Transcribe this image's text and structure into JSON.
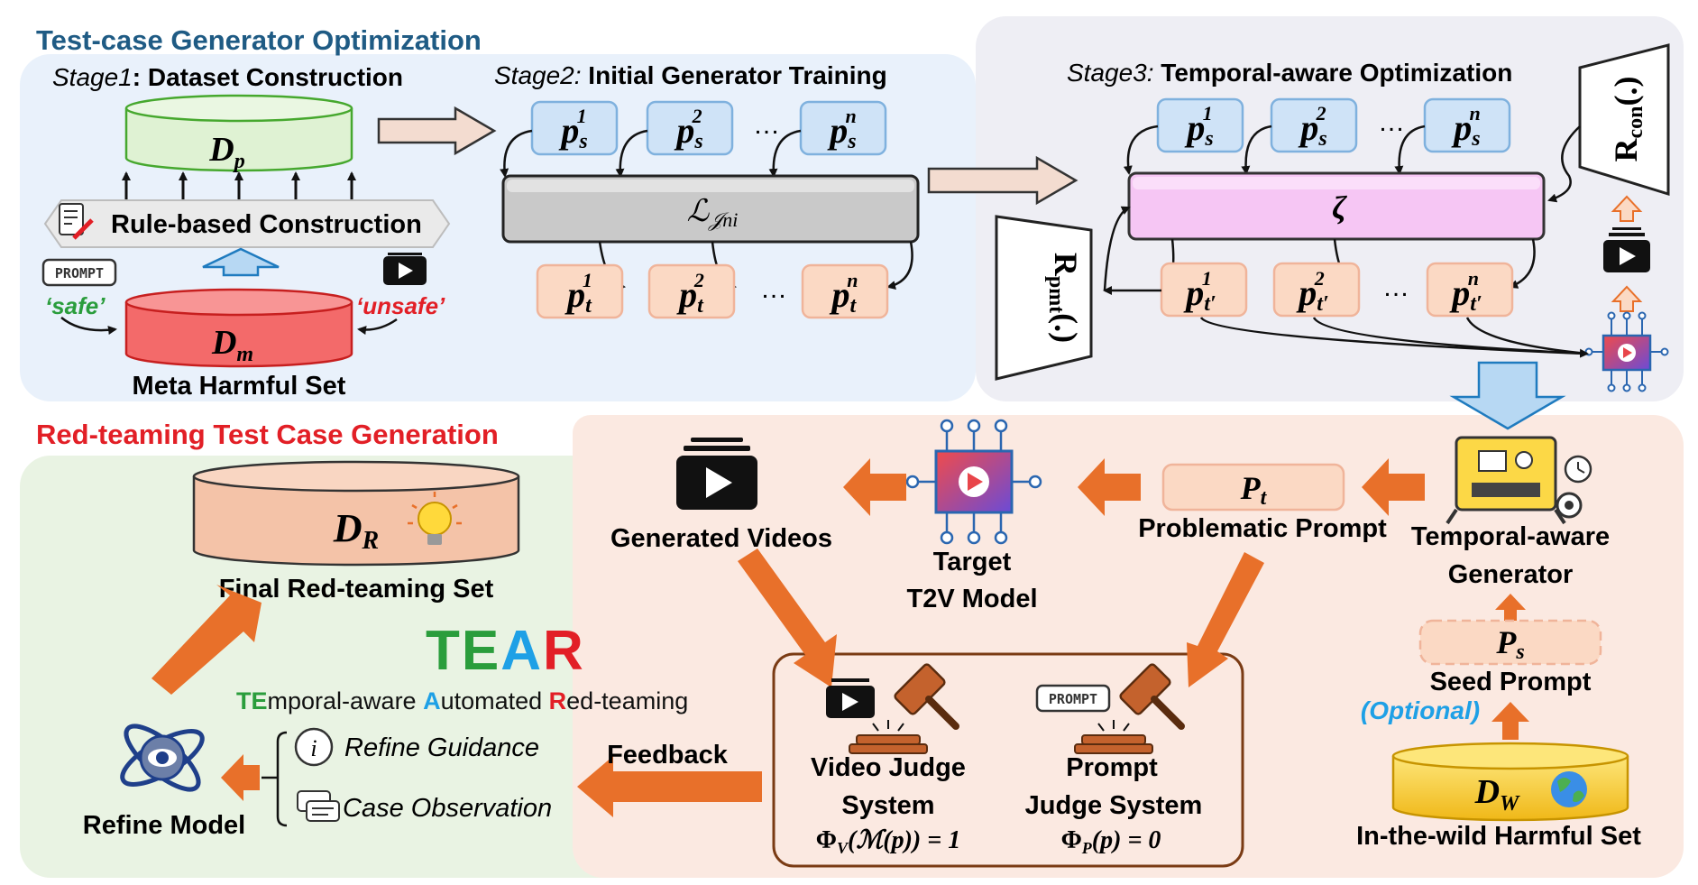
{
  "titles": {
    "top": "Test-case Generator Optimization",
    "bottom": "Red-teaming Test Case Generation"
  },
  "stage1": {
    "prefix": "Stage1",
    "label": ": Dataset Construction",
    "dp": "D",
    "dp_sub": "p",
    "rule": "Rule-based Construction",
    "prompt_tag": "PROMPT",
    "safe": "‘safe’",
    "unsafe": "‘unsafe’",
    "dm": "D",
    "dm_sub": "m",
    "meta": "Meta Harmful Set"
  },
  "stage2": {
    "prefix": "Stage2:",
    "label": " Initial Generator Training",
    "loss": "ℒ",
    "loss_sub": "𝒥ni",
    "ps": [
      {
        "b": "p",
        "sub": "s",
        "sup": "1"
      },
      {
        "b": "p",
        "sub": "s",
        "sup": "2"
      },
      {
        "b": "p",
        "sub": "s",
        "sup": "n"
      }
    ],
    "pt": [
      {
        "b": "p",
        "sub": "t",
        "sup": "1"
      },
      {
        "b": "p",
        "sub": "t",
        "sup": "2"
      },
      {
        "b": "p",
        "sub": "t",
        "sup": "n"
      }
    ],
    "dots": "…"
  },
  "stage3": {
    "prefix": "Stage3:",
    "label": " Temporal-aware Optimization",
    "zeta": "ζ",
    "rpmt": "R",
    "rpmt_sub": "pmt",
    "rpmt_arg": "(.)",
    "rcon": "R",
    "rcon_sub": "con",
    "rcon_arg": "(.)",
    "ps": [
      {
        "b": "p",
        "sub": "s",
        "sup": "1"
      },
      {
        "b": "p",
        "sub": "s",
        "sup": "2"
      },
      {
        "b": "p",
        "sub": "s",
        "sup": "n"
      }
    ],
    "pt": [
      {
        "b": "p",
        "sub": "t′",
        "sup": "1"
      },
      {
        "b": "p",
        "sub": "t′",
        "sup": "2"
      },
      {
        "b": "p",
        "sub": "t′",
        "sup": "n"
      }
    ],
    "dots": "…"
  },
  "redteam": {
    "dr": "D",
    "dr_sub": "R",
    "final": "Final Red-teaming Set",
    "tear_letters": [
      {
        "ch": "T",
        "color": "#2a9d3c"
      },
      {
        "ch": "E",
        "color": "#2a9d3c"
      },
      {
        "ch": "A",
        "color": "#1ea0e6"
      },
      {
        "ch": "R",
        "color": "#e21f26"
      }
    ],
    "tear_expansion": [
      {
        "t": "TE",
        "color": "#2a9d3c"
      },
      {
        "t": "mporal-aware ",
        "color": "#111111"
      },
      {
        "t": "A",
        "color": "#1ea0e6"
      },
      {
        "t": "utomated ",
        "color": "#111111"
      },
      {
        "t": "R",
        "color": "#e21f26"
      },
      {
        "t": "ed-teaming",
        "color": "#111111"
      }
    ],
    "refine_guidance": "Refine Guidance",
    "case_observation": "Case Observation",
    "refine_model": "Refine Model",
    "feedback": "Feedback",
    "generated_videos": "Generated Videos",
    "target_line1": "Target",
    "target_line2": "T2V Model",
    "pt_label": "P",
    "pt_sub": "t",
    "problematic": "Problematic Prompt",
    "generator_line1": "Temporal-aware",
    "generator_line2": "Generator",
    "ps_label": "P",
    "ps_sub": "s",
    "seed": "Seed Prompt",
    "optional": "(Optional)",
    "dw": "D",
    "dw_sub": "W",
    "wild": "In-the-wild Harmful Set",
    "video_judge_line1": "Video Judge",
    "video_judge_line2": "System",
    "video_formula": "Φ",
    "video_formula_sub": "V",
    "video_formula_rest": "(ℳ(p)) = 1",
    "prompt_judge_line1": "Prompt",
    "prompt_judge_line2": "Judge System",
    "prompt_formula": "Φ",
    "prompt_formula_sub": "P",
    "prompt_formula_rest": "(p) = 0",
    "prompt_tag": "PROMPT"
  },
  "colors": {
    "title_blue": "#1f5b84",
    "title_red": "#e21f26",
    "arrow_orange": "#e8702a",
    "ps_fill": "#cfe3f7",
    "pt_fill": "#fbd9c4",
    "zeta_fill": "#f6c6f4",
    "panel_blue": "#e9f1fb",
    "panel_green": "#e9f3e3",
    "panel_peach": "#fbe9e1"
  }
}
